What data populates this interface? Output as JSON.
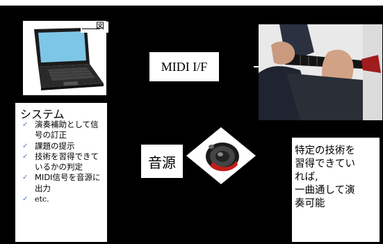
{
  "laptop": {
    "icon": "laptop-icon",
    "label": "図"
  },
  "system": {
    "title": "システム",
    "items": [
      "演奏補助として信号の訂正",
      "課題の提示",
      "技術を習得できているかの判定",
      "MIDI信号を音源に出力",
      "etc."
    ]
  },
  "midi": {
    "label": "MIDI I/F"
  },
  "guitar": {
    "icon": "guitar-controller-photo"
  },
  "sound_source": {
    "label": "音源",
    "icon": "speaker-icon"
  },
  "result": {
    "text": "特定の技術を\n習得できてい\nれば,\n一曲通して演\n奏可能"
  },
  "colors": {
    "background": "#000000",
    "box": "#ffffff",
    "check": "#4a7ab5"
  }
}
